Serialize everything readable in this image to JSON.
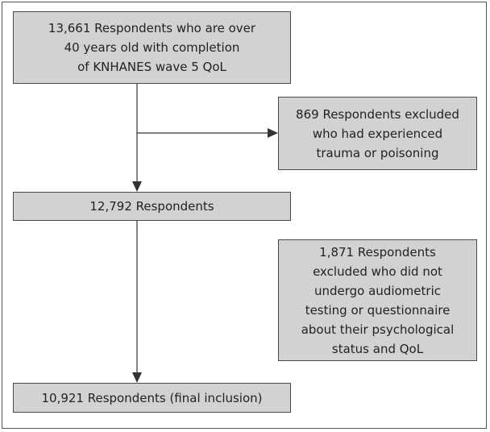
{
  "flowchart": {
    "start_box": {
      "lines": [
        "13,661 Respondents who are over",
        "40 years old with completion",
        "of KNHANES wave 5 QoL"
      ]
    },
    "exclusion_box_1": {
      "lines": [
        "869 Respondents excluded",
        "who had experienced",
        "trauma or poisoning"
      ]
    },
    "intermediate_box": {
      "lines": [
        "12,792 Respondents"
      ]
    },
    "exclusion_box_2": {
      "lines": [
        "1,871 Respondents",
        "excluded who did not",
        "undergo audiometric",
        "testing or questionnaire",
        "about their psychological",
        "status and QoL"
      ]
    },
    "final_box": {
      "lines": [
        "10,921 Respondents (final inclusion)"
      ]
    }
  },
  "colors": {
    "box_fill": "#d2d2d2",
    "box_border": "#4a4a4a",
    "line": "#333333",
    "text": "#222222"
  }
}
